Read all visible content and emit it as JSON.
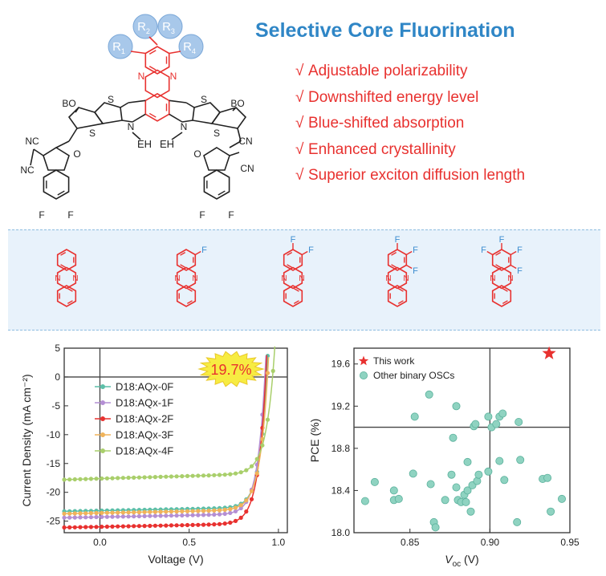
{
  "figure": {
    "heading": "Selective Core Fluorination",
    "features": [
      "Adjustable polarizability",
      "Downshifted energy level",
      "Blue-shifted absorption",
      "Enhanced crystallinity",
      "Superior exciton diffusion length"
    ],
    "check_mark": "√"
  },
  "molecule": {
    "substituents": [
      "R1",
      "R2",
      "R3",
      "R4"
    ],
    "labels": {
      "alkoxy": "BO",
      "cyano": "NC",
      "cyano_r": "CN",
      "ethylhexyl": "EH",
      "fluorine": "F",
      "nitrogen": "N",
      "sulfur": "S",
      "oxygen": "O"
    },
    "colors": {
      "core": "#e8312f",
      "bond": "#222222",
      "bubble": "#a8c8ea"
    }
  },
  "series_colors": [
    "#5cbfa8",
    "#b48fd4",
    "#e8312f",
    "#f0b35a",
    "#a9cf6b"
  ],
  "chart_data": [
    {
      "type": "line",
      "xlabel": "Voltage (V)",
      "ylabel": "Current Density (mA cm⁻²)",
      "xlim": [
        -0.2,
        1.05
      ],
      "ylim": [
        -27,
        5
      ],
      "xticks": [
        0.0,
        0.5,
        1.0
      ],
      "xtick_labels": [
        "0.0",
        "0.5",
        "1.0"
      ],
      "yticks": [
        5,
        0,
        -5,
        -10,
        -15,
        -20,
        -25
      ],
      "legend_position": "center-left",
      "grid": false,
      "annotation": "19.7%",
      "series": [
        {
          "name": "D18:AQx-0F",
          "jsc": -23.3,
          "voc": 0.935,
          "ff": 0.79
        },
        {
          "name": "D18:AQx-1F",
          "jsc": -24.4,
          "voc": 0.925,
          "ff": 0.79
        },
        {
          "name": "D18:AQx-2F",
          "jsc": -26.1,
          "voc": 0.93,
          "ff": 0.81
        },
        {
          "name": "D18:AQx-3F",
          "jsc": -23.7,
          "voc": 0.94,
          "ff": 0.78
        },
        {
          "name": "D18:AQx-4F",
          "jsc": -17.8,
          "voc": 0.97,
          "ff": 0.77
        }
      ]
    },
    {
      "type": "scatter",
      "xlabel": "Voc (V)",
      "xlabel_main": "V",
      "xlabel_sub": "oc",
      "xlabel_unit": " (V)",
      "ylabel": "PCE (%)",
      "xlim": [
        0.815,
        0.95
      ],
      "ylim": [
        18.0,
        19.75
      ],
      "xticks": [
        0.85,
        0.9,
        0.95
      ],
      "xtick_labels": [
        "0.85",
        "0.90",
        "0.95"
      ],
      "yticks": [
        18.0,
        18.4,
        18.8,
        19.2,
        19.6
      ],
      "ytick_labels": [
        "18.0",
        "18.4",
        "18.8",
        "19.2",
        "19.6"
      ],
      "reference_lines": {
        "x": 0.9,
        "y": 19.0
      },
      "legend_position": "top-left",
      "series": [
        {
          "name": "This work",
          "marker": "star",
          "points": [
            [
              0.937,
              19.7
            ]
          ]
        },
        {
          "name": "Other binary OSCs",
          "marker": "circle",
          "points": [
            [
              0.822,
              18.3
            ],
            [
              0.828,
              18.48
            ],
            [
              0.84,
              18.4
            ],
            [
              0.84,
              18.31
            ],
            [
              0.843,
              18.32
            ],
            [
              0.852,
              18.56
            ],
            [
              0.853,
              19.1
            ],
            [
              0.862,
              19.31
            ],
            [
              0.863,
              18.46
            ],
            [
              0.865,
              18.1
            ],
            [
              0.866,
              18.05
            ],
            [
              0.872,
              18.31
            ],
            [
              0.876,
              18.55
            ],
            [
              0.877,
              18.9
            ],
            [
              0.879,
              19.2
            ],
            [
              0.879,
              18.43
            ],
            [
              0.88,
              18.31
            ],
            [
              0.882,
              18.29
            ],
            [
              0.884,
              18.36
            ],
            [
              0.885,
              18.29
            ],
            [
              0.886,
              18.67
            ],
            [
              0.886,
              18.4
            ],
            [
              0.888,
              18.2
            ],
            [
              0.889,
              18.45
            ],
            [
              0.89,
              19.01
            ],
            [
              0.891,
              19.03
            ],
            [
              0.892,
              18.49
            ],
            [
              0.893,
              18.55
            ],
            [
              0.899,
              18.58
            ],
            [
              0.899,
              19.1
            ],
            [
              0.901,
              19.0
            ],
            [
              0.904,
              19.03
            ],
            [
              0.906,
              18.68
            ],
            [
              0.906,
              19.1
            ],
            [
              0.908,
              19.13
            ],
            [
              0.909,
              18.5
            ],
            [
              0.917,
              18.1
            ],
            [
              0.918,
              19.05
            ],
            [
              0.919,
              18.69
            ],
            [
              0.933,
              18.51
            ],
            [
              0.936,
              18.52
            ],
            [
              0.938,
              18.2
            ],
            [
              0.945,
              18.32
            ]
          ]
        }
      ]
    }
  ]
}
